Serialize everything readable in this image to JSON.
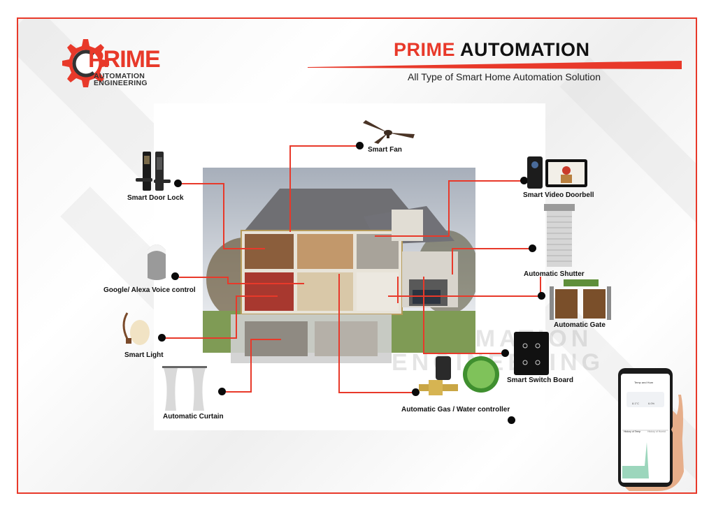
{
  "header": {
    "title_part1": "PRIME",
    "title_part2": "AUTOMATION",
    "subtitle": "All Type of Smart Home Automation Solution"
  },
  "logo": {
    "main": "PRIME",
    "sub_line1": "AUTOMATION",
    "sub_line2": "ENGINEERING"
  },
  "watermark": {
    "line1": "AUTOMATION",
    "line2": "ENGINEERING"
  },
  "devices": {
    "smart_fan": "Smart Fan",
    "smart_door_lock": "Smart Door Lock",
    "voice_control": "Google/ Alexa Voice control",
    "smart_light": "Smart Light",
    "automatic_curtain": "Automatic Curtain",
    "gas_water_controller": "Automatic Gas / Water  controller",
    "smart_video_doorbell": "Smart Video Doorbell",
    "automatic_shutter": "Automatic Shutter",
    "automatic_gate": "Automatic Gate",
    "smart_switch_board": "Smart Switch Board"
  },
  "phone": {
    "app_title": "Temp and Hum",
    "reading_1": "8.1°C",
    "reading_2": "6.0%",
    "tab_1": "History of Temp",
    "tab_2": "History of Humid"
  },
  "colors": {
    "accent": "#e8392a",
    "dark": "#111111"
  }
}
